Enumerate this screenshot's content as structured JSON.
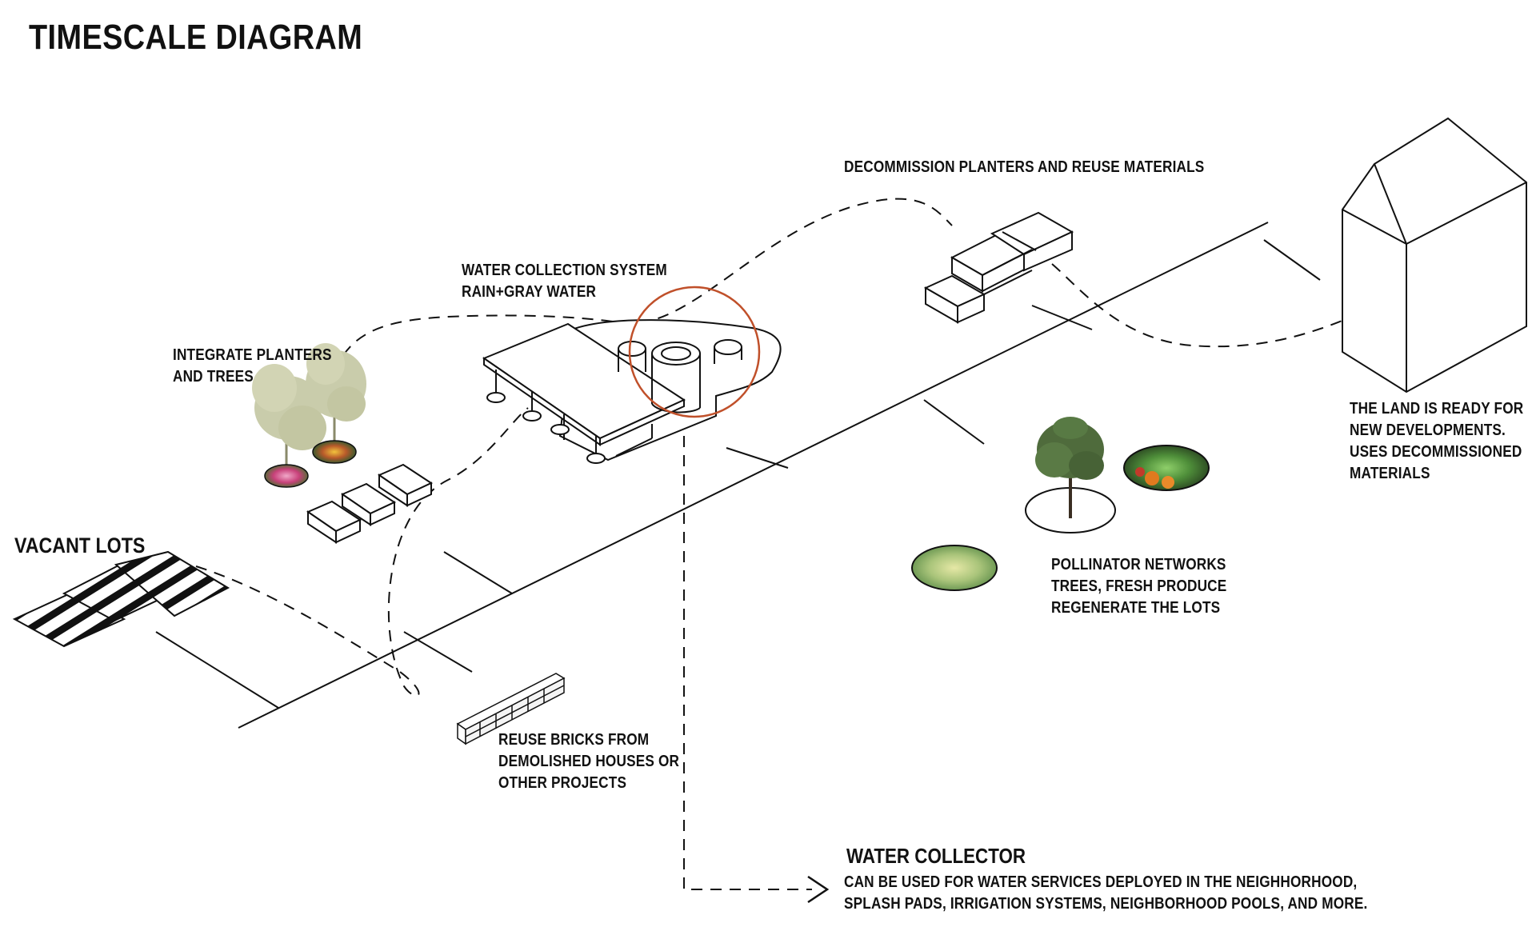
{
  "title": "TIMESCALE DIAGRAM",
  "labels": {
    "vacant_lots": "VACANT LOTS",
    "integrate": [
      "INTEGRATE PLANTERS",
      "AND TREES"
    ],
    "water_system": [
      "WATER COLLECTION SYSTEM",
      "RAIN+GRAY WATER"
    ],
    "decommission": "DECOMMISSION PLANTERS AND REUSE MATERIALS",
    "land_ready": [
      "THE LAND IS READY FOR",
      "NEW DEVELOPMENTS.",
      "USES DECOMMISSIONED",
      "MATERIALS"
    ],
    "pollinator": [
      "POLLINATOR NETWORKS",
      "TREES, FRESH PRODUCE",
      "REGENERATE THE LOTS"
    ],
    "bricks": [
      "REUSE BRICKS FROM",
      "DEMOLISHED HOUSES OR",
      "OTHER PROJECTS"
    ],
    "water_collector_title": "WATER COLLECTOR",
    "water_collector_desc": [
      "CAN BE USED FOR WATER SERVICES DEPLOYED IN THE NEIGHHORHOOD,",
      "SPLASH PADS, IRRIGATION SYSTEMS, NEIGHBORHOOD POOLS, AND MORE."
    ]
  },
  "colors": {
    "line": "#111111",
    "highlight_circle": "#c0502a",
    "tree_light": "#c9ccab",
    "tree_dark": "#4f6b3c"
  }
}
